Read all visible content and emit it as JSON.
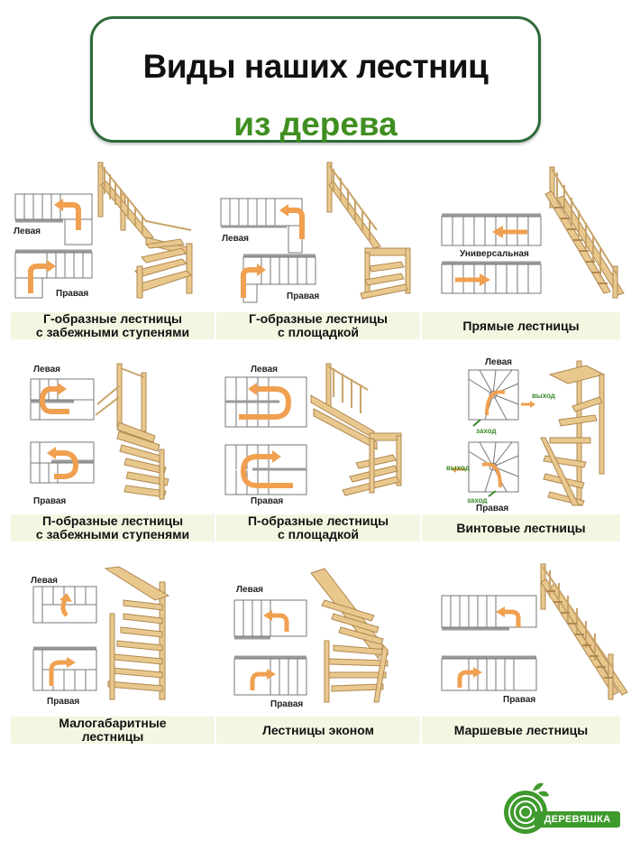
{
  "title": {
    "main": "Виды наших лестниц",
    "sub": "из дерева"
  },
  "labels": {
    "left": "Левая",
    "right": "Правая",
    "universal": "Универсальная",
    "exit": "выход",
    "entry": "заход"
  },
  "stair_types": [
    {
      "line1": "Г-образные лестницы",
      "line2": "с забежными ступенями"
    },
    {
      "line1": "Г-образные лестницы",
      "line2": "с площадкой"
    },
    {
      "line1": "Прямые лестницы",
      "line2": ""
    },
    {
      "line1": "П-образные лестницы",
      "line2": "с забежными ступенями"
    },
    {
      "line1": "П-образные лестницы",
      "line2": "с площадкой"
    },
    {
      "line1": "Винтовые лестницы",
      "line2": ""
    },
    {
      "line1": "Малогабаритные",
      "line2": "лестницы"
    },
    {
      "line1": "Лестницы эконом",
      "line2": ""
    },
    {
      "line1": "Маршевые лестницы",
      "line2": ""
    }
  ],
  "brand": {
    "name": "ДЕРЕВЯШКА"
  },
  "colors": {
    "frame_green": "#2f6b3a",
    "accent_green": "#3f8f20",
    "arrow_orange": "#f0a050",
    "wood": "#e9c88e",
    "caption_bg": "#f4f6e2"
  }
}
